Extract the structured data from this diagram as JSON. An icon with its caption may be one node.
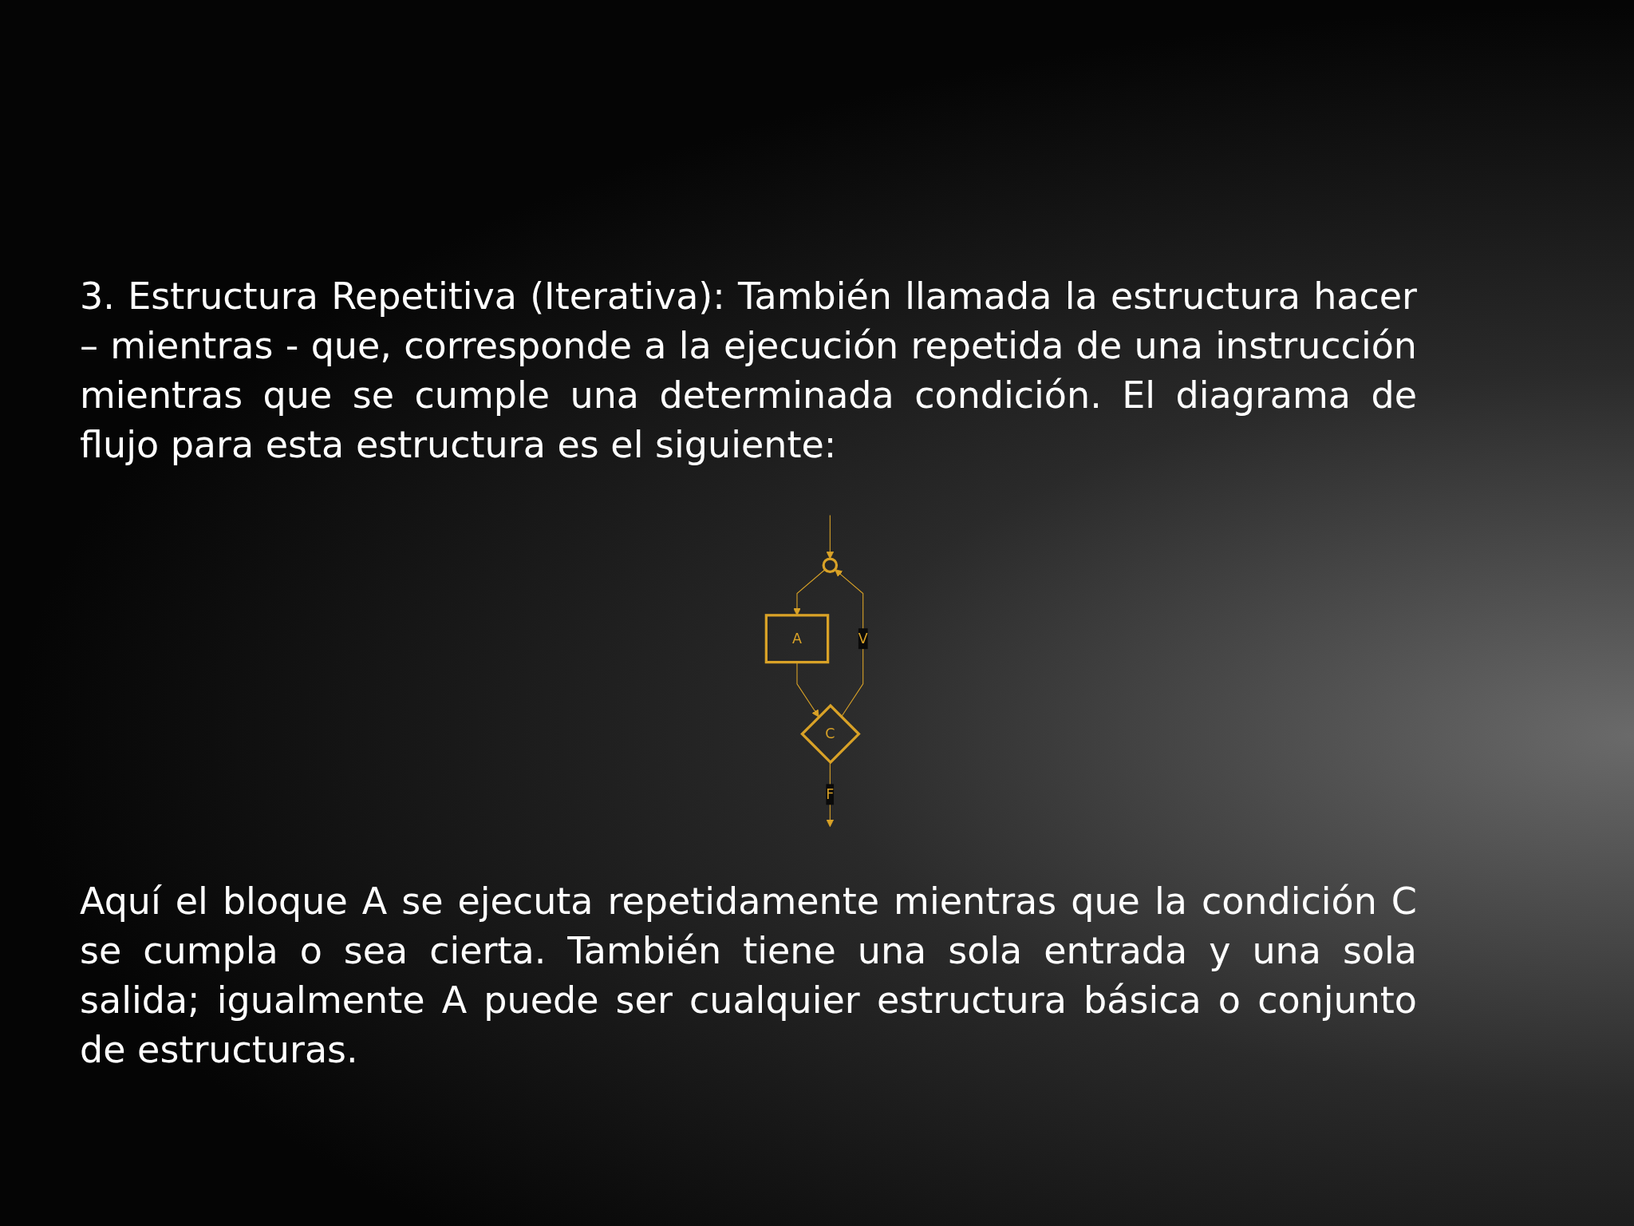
{
  "diagram": {
    "nodes": [
      {
        "text": [],
        "shape": "circle"
      },
      {
        "text": [
          "A"
        ]
      },
      {
        "text": [
          "C"
        ]
      }
    ],
    "edges": [
      {
        "from": null,
        "to": 0,
        "arrow": "to"
      },
      {
        "from": 0,
        "to": 1,
        "arrow": "to"
      },
      {
        "from": 1,
        "to": 2,
        "arrow": "to"
      },
      {
        "from": 2,
        "to": 0,
        "label": "V",
        "arrow": "to"
      },
      {
        "from": 2,
        "to": null,
        "label": "F",
        "arrow": "to"
      }
    ],
    "labels": [
      "3. Estructura Repetitiva (Iterativa): También llamada la estructura hacer – mientras - que, corresponde a la ejecución repetida de una instrucción mientras que se cumple una determinada condición. El diagrama de flujo para esta estructura es el siguiente:",
      "Aquí el bloque A se ejecuta repetidamente mientras que la condición C se cumpla o sea cierta. También tiene una sola entrada y una sola salida; igualmente A puede ser cualquier estructura básica o conjunto de estructuras."
    ]
  }
}
